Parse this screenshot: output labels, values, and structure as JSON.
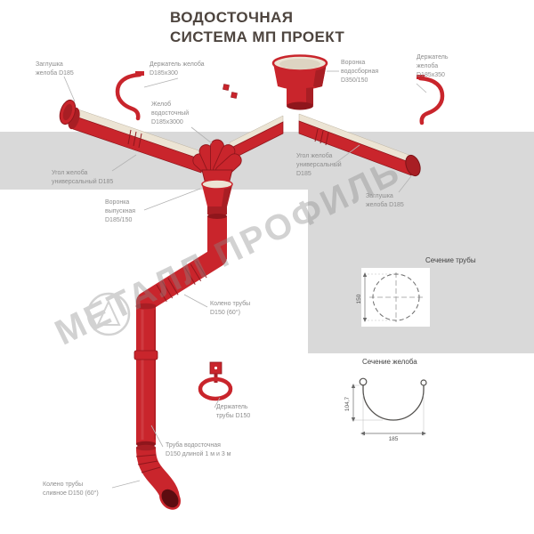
{
  "title": {
    "line1": "ВОДОСТОЧНАЯ",
    "line2": "СИСТЕМА МП ПРОЕКТ"
  },
  "watermark": {
    "text": "МЕТАЛЛ ПРОФИЛЬ"
  },
  "callouts": {
    "end_cap_left": "Заглушка\nжелоба D185",
    "gutter_bracket_left": "Держатель желоба\nD185x300",
    "gutter": "Желоб\nводосточный\nD185x3000",
    "inlet_funnel": "Воронка\nводосборная\nD350/150",
    "gutter_bracket_right": "Держатель\nжелоба\nD185x350",
    "gutter_corner_left": "Угол желоба\nуниверсальный D185",
    "gutter_corner_right": "Угол желоба\nуниверсальный\nD185",
    "end_cap_right": "Заглушка\nжелоба D185",
    "outlet_funnel": "Воронка\nвыпускная\nD185/150",
    "pipe_elbow": "Колено трубы\nD150 (60°)",
    "pipe_bracket": "Держатель\nтрубы D150",
    "downpipe": "Труба водосточная\nD150 длиной 1 м и 3 м",
    "drain_elbow": "Колено трубы\nсливное D150 (60°)"
  },
  "sections": {
    "pipe": {
      "title": "Сечение трубы",
      "diameter": "150"
    },
    "gutter": {
      "title": "Сечение желоба",
      "width": "185",
      "height": "104,7"
    }
  },
  "colors": {
    "red": "#c9252c",
    "red_dark": "#8f161c",
    "red_deep": "#a81e24",
    "cream": "#ece4d4",
    "panel": "#d9d9d9",
    "label": "#8d8d8d"
  }
}
